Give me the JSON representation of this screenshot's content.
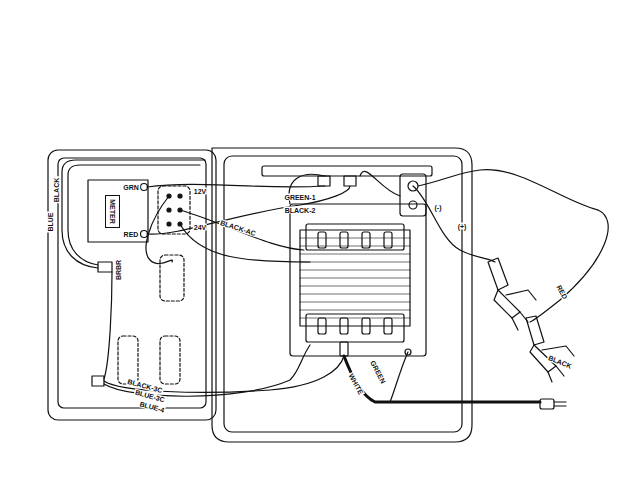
{
  "diagram": {
    "nodes": [
      {
        "text": [
          "METER"
        ]
      }
    ],
    "labels": [
      "BLUE",
      "BLACK",
      "GRN",
      "RED",
      "12V",
      "24V",
      "BLACK-AC",
      "GREEN-1",
      "BLACK-2",
      "(-)",
      "(+)",
      "RED",
      "BLACK",
      "WHITE",
      "GREEN",
      "BRBR",
      "BLACK-3C",
      "BLUE-3C",
      "BLUE-4"
    ]
  }
}
